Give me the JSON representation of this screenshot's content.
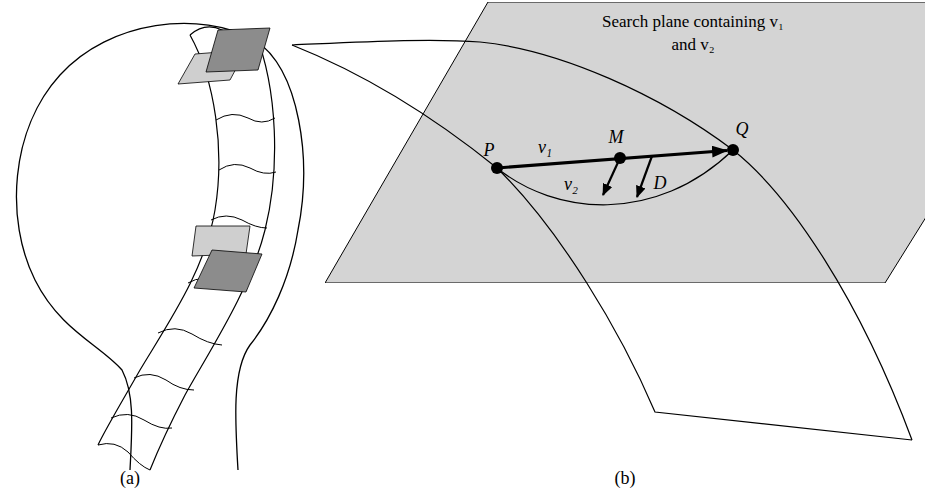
{
  "diagram": {
    "nodes": [
      {
        "text": [
          "Search plane containing v₁ and v₂"
        ]
      }
    ],
    "labels": [
      "(a)",
      "(b)",
      "P",
      "v₁",
      "M",
      "v₂",
      "D",
      "Q"
    ]
  }
}
